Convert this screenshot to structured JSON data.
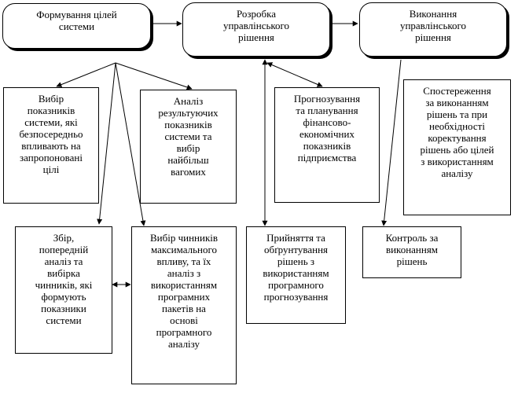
{
  "nodes": {
    "top_goals": "Формування цілей\nсистеми",
    "top_decision": "Розробка\nуправлінського\nрішення",
    "top_execution": "Виконання\nуправлінського\nрішення",
    "select_indicators": "Вибір\nпоказників\nсистеми, які\nбезпосередньо\nвпливають на\nзапропоновані\nцілі",
    "analysis_indicators": "Аналіз\nрезультуючих\nпоказників\nсистеми та\nвибір\nнайбільш\nвагомих",
    "forecasting": "Прогнозування\nта планування\nфінансово-\nекономічних\nпоказників\nпідприємства",
    "monitoring": "Спостереження\nза виконанням\nрішень та при\nнеобхідності\nкоректування\nрішень або цілей\nз використанням\nаналізу",
    "collection": "Збір,\nпопередній\nаналіз та\nвибірка\nчинників, які\nформують\nпоказники\nсистеми",
    "factor_selection": "Вибір чинників\nмаксимального\nвпливу, та їх\nаналіз з\nвикористанням\nпрограмних\nпакетів на\nоснові\nпрограмного\nаналізу",
    "adoption": "Прийняття та\nобґрунтування\nрішень з\nвикористанням\nпрограмного\nпрогнозування",
    "control": "Контроль за\nвиконанням\nрішень"
  }
}
